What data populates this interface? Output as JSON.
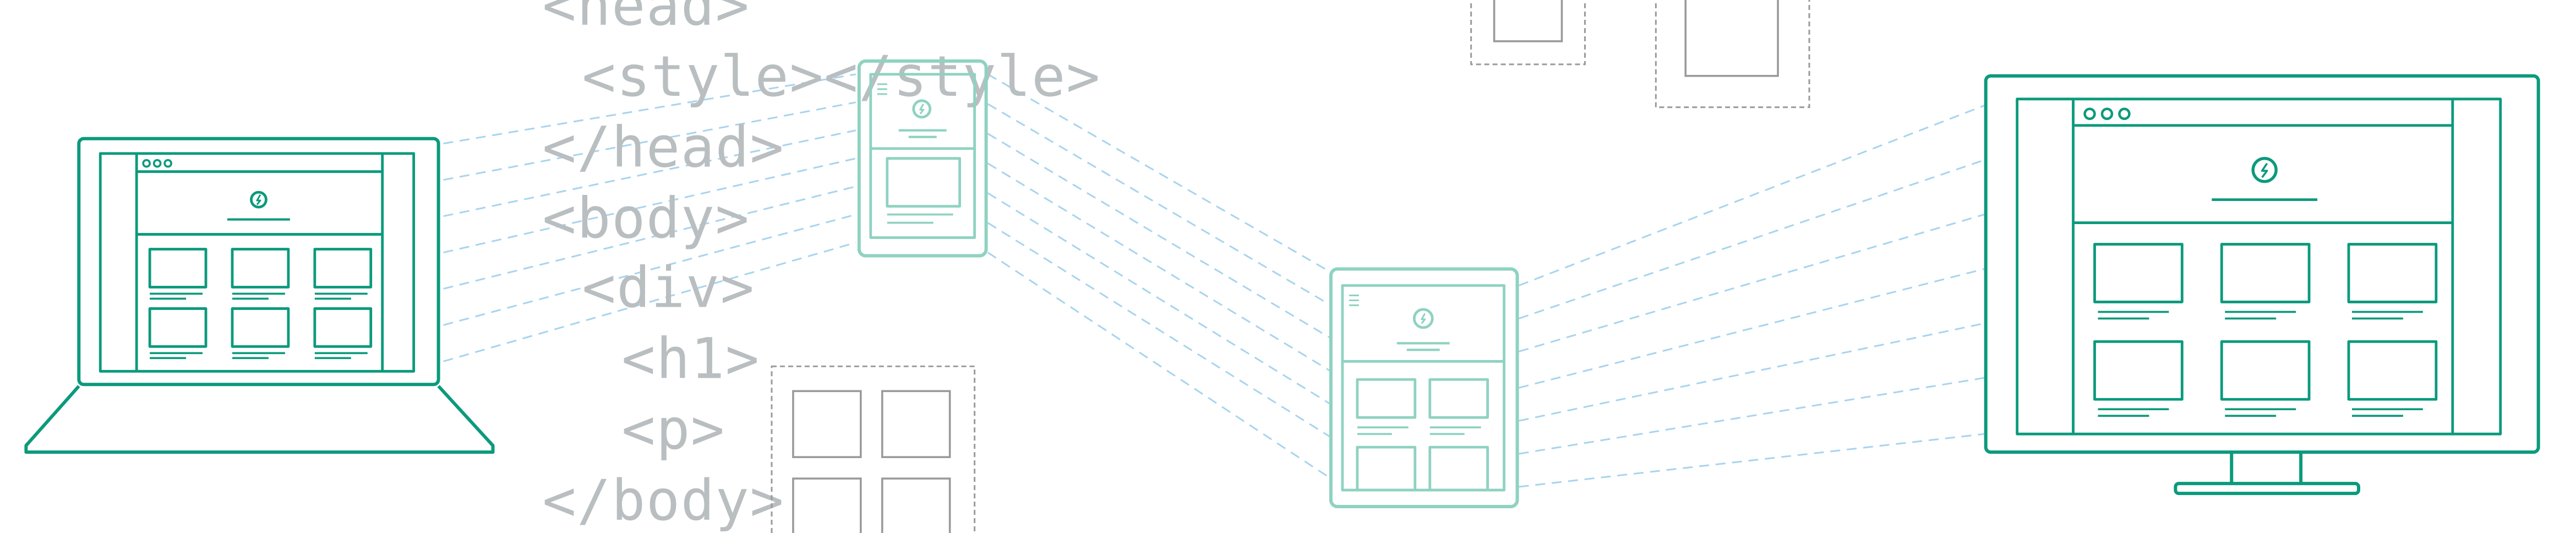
{
  "code_lines": [
    "<head>",
    "<style></style>",
    "</head>",
    "<body>",
    "<div>",
    "<h1>",
    "<p>",
    "</body>"
  ],
  "colors": {
    "primary": "#0b9a7c",
    "light_teal": "#8fd2c1",
    "dash_blue": "#a8d4ee",
    "wire_gray": "#9a9a9a",
    "code_gray": "#b9bec1"
  },
  "icons": [
    "laptop-icon",
    "phone-icon",
    "tablet-icon",
    "monitor-icon",
    "bolt-logo-icon",
    "window-dots-icon",
    "hamburger-menu-icon"
  ]
}
